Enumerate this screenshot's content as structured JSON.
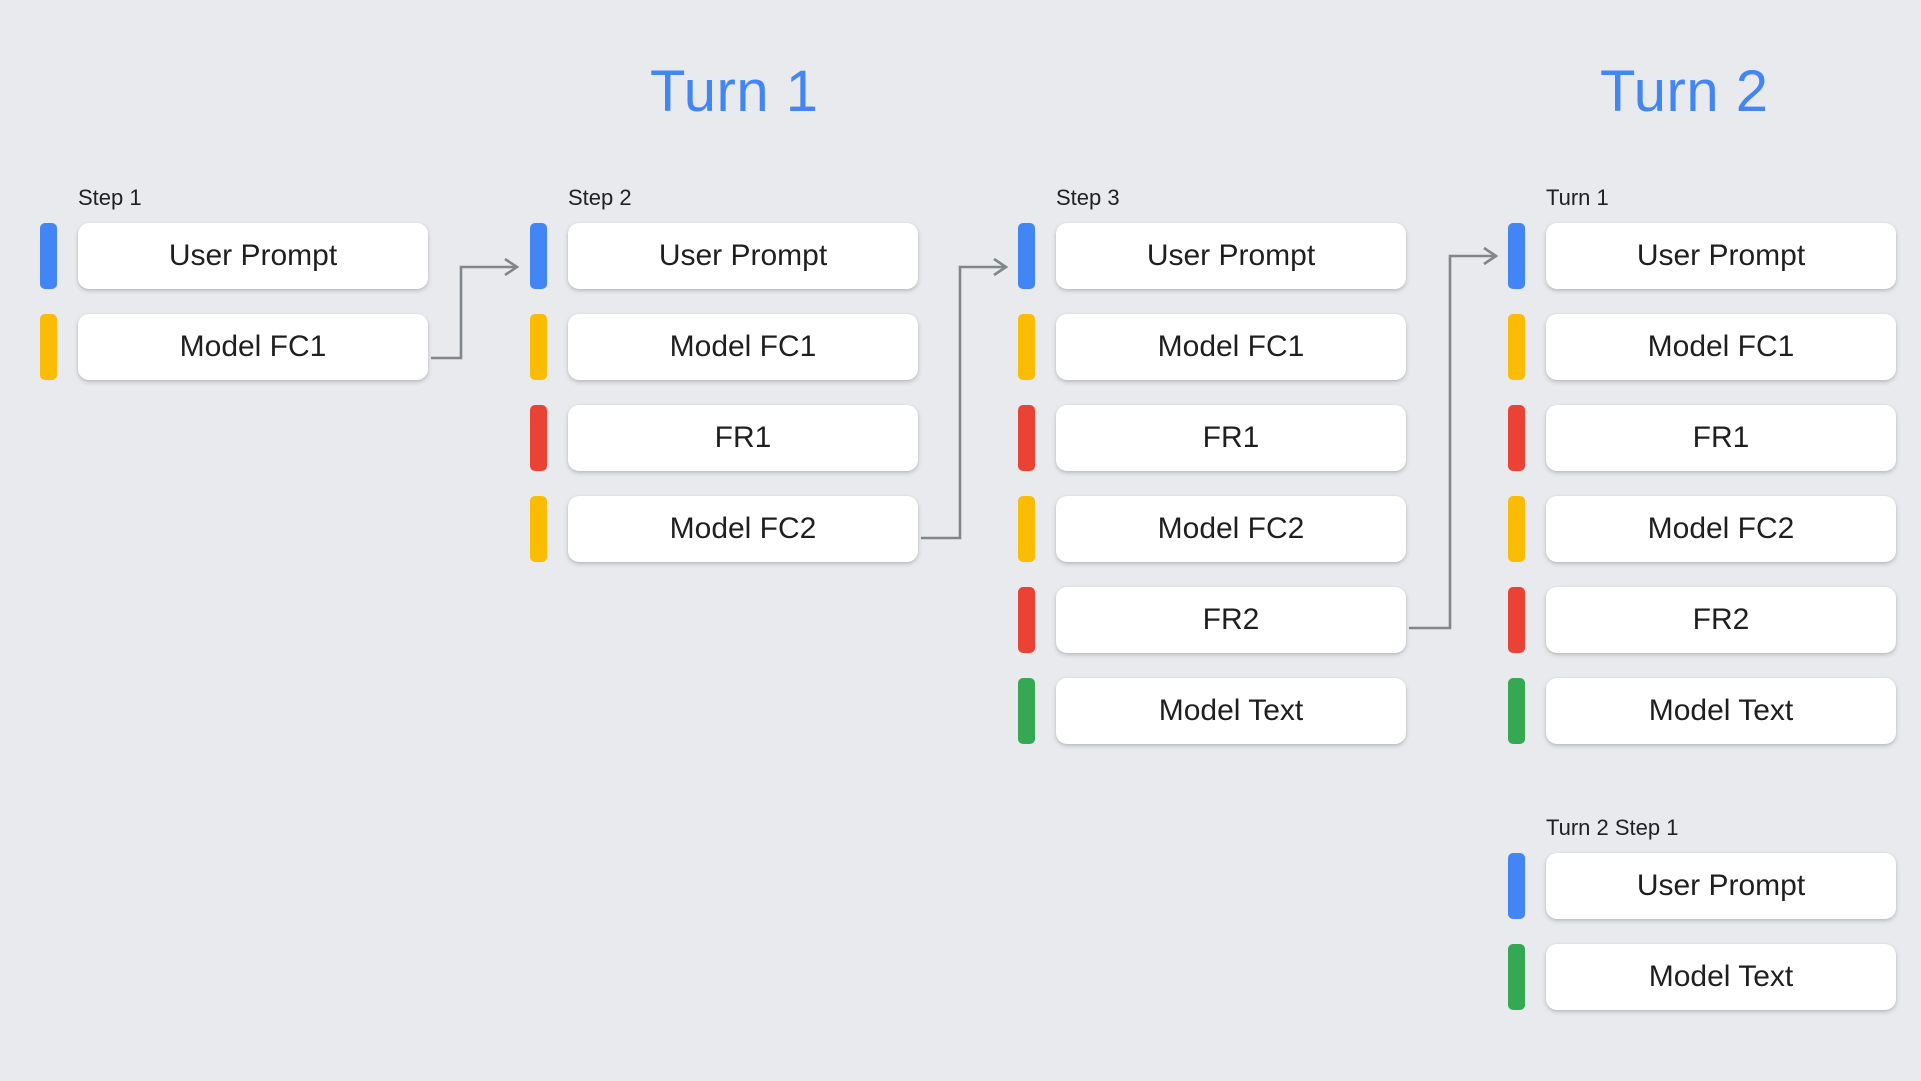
{
  "background_color": "#e8eaed",
  "palette": {
    "blue": "#4285f4",
    "yellow": "#fbbc04",
    "red": "#ea4335",
    "green": "#34a853",
    "connector": "#80868b",
    "card": "#ffffff",
    "text": "#1f1f1f"
  },
  "headings": [
    {
      "id": "turn1",
      "label": "Turn 1"
    },
    {
      "id": "turn2",
      "label": "Turn 2"
    }
  ],
  "columns": [
    {
      "id": "step1",
      "label": "Step 1",
      "rows": [
        {
          "color": "blue",
          "label": "User Prompt"
        },
        {
          "color": "yellow",
          "label": "Model FC1"
        }
      ]
    },
    {
      "id": "step2",
      "label": "Step 2",
      "rows": [
        {
          "color": "blue",
          "label": "User Prompt"
        },
        {
          "color": "yellow",
          "label": "Model FC1"
        },
        {
          "color": "red",
          "label": "FR1"
        },
        {
          "color": "yellow",
          "label": "Model FC2"
        }
      ]
    },
    {
      "id": "step3",
      "label": "Step 3",
      "rows": [
        {
          "color": "blue",
          "label": "User Prompt"
        },
        {
          "color": "yellow",
          "label": "Model FC1"
        },
        {
          "color": "red",
          "label": "FR1"
        },
        {
          "color": "yellow",
          "label": "Model FC2"
        },
        {
          "color": "red",
          "label": "FR2"
        },
        {
          "color": "green",
          "label": "Model Text"
        }
      ]
    },
    {
      "id": "turn2-turn1",
      "label": "Turn 1",
      "rows": [
        {
          "color": "blue",
          "label": "User Prompt"
        },
        {
          "color": "yellow",
          "label": "Model FC1"
        },
        {
          "color": "red",
          "label": "FR1"
        },
        {
          "color": "yellow",
          "label": "Model FC2"
        },
        {
          "color": "red",
          "label": "FR2"
        },
        {
          "color": "green",
          "label": "Model Text"
        }
      ]
    },
    {
      "id": "turn2-step1",
      "label": "Turn 2 Step 1",
      "rows": [
        {
          "color": "blue",
          "label": "User Prompt"
        },
        {
          "color": "green",
          "label": "Model Text"
        }
      ]
    }
  ],
  "connectors": [
    {
      "id": "step1-to-step2",
      "from_row": "Model FC1",
      "to_row": "User Prompt"
    },
    {
      "id": "step2-to-step3",
      "from_row": "Model FC2",
      "to_row": "User Prompt"
    },
    {
      "id": "step3-to-turn2",
      "from_row": "FR2",
      "to_row": "User Prompt"
    }
  ]
}
